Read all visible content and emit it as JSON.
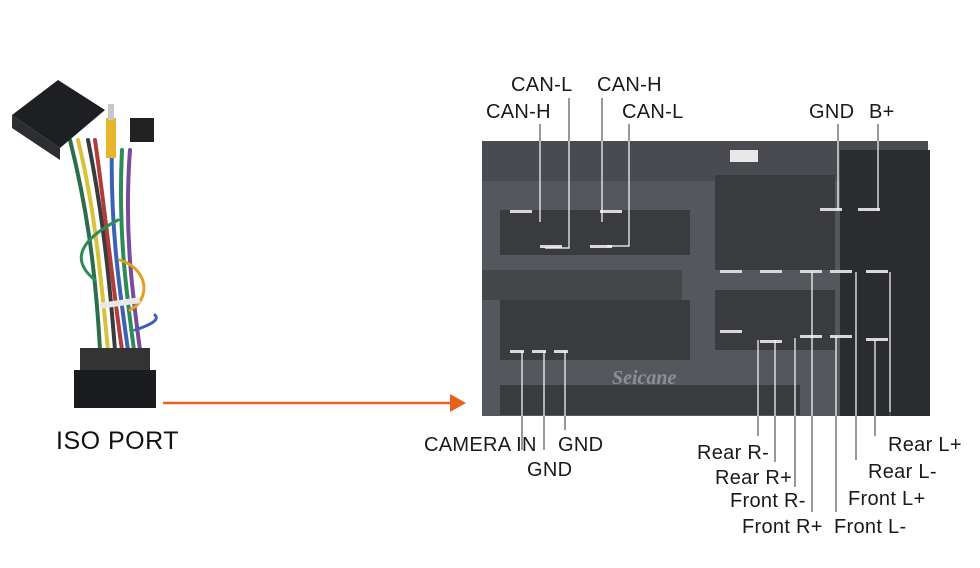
{
  "diagram": {
    "harness_label": "ISO PORT",
    "brand_watermark": "Seicane",
    "arrow_color": "#e8601c",
    "top_labels": {
      "can_l_upper": "CAN-L",
      "can_h_upper": "CAN-H",
      "can_h_lower": "CAN-H",
      "can_l_lower": "CAN-L",
      "gnd": "GND",
      "b_plus": "B+"
    },
    "bottom_left_labels": {
      "camera_in": "CAMERA IN",
      "gnd_right": "GND",
      "gnd_lower": "GND"
    },
    "bottom_right_labels": {
      "rear_r_minus": "Rear R-",
      "rear_r_plus": "Rear R+",
      "front_r_minus": "Front R-",
      "front_r_plus": "Front R+",
      "rear_l_plus": "Rear L+",
      "rear_l_minus": "Rear L-",
      "front_l_plus": "Front L+",
      "front_l_minus": "Front L-"
    }
  }
}
